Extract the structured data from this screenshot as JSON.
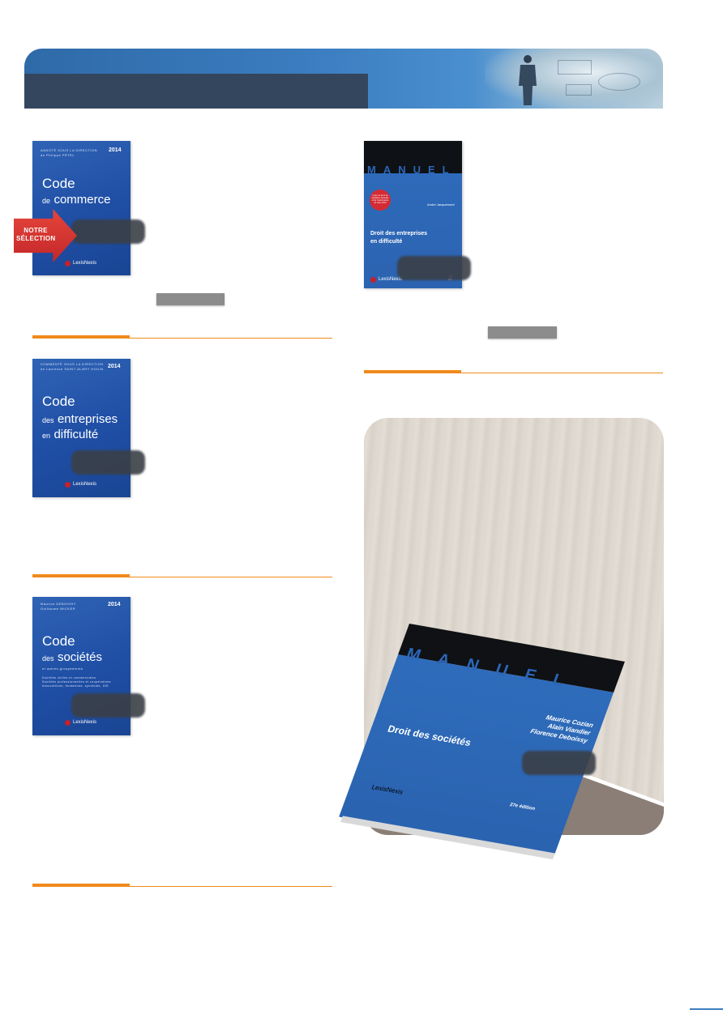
{
  "covers": {
    "commerce": {
      "authors_line1": "ANNOTÉ SOUS LA DIRECTION",
      "authors_line2": "de Philippe PÉTEL",
      "year": "2014",
      "title1": "Code",
      "title2_prefix": "de",
      "title2_main": "commerce",
      "publisher": "LexisNexis"
    },
    "entreprises": {
      "authors_line1": "COMMENTÉ SOUS LA DIRECTION",
      "authors_line2": "de Laurence SAINT-ALARY HOUIN",
      "year": "2014",
      "title1": "Code",
      "line2_prefix": "des",
      "line2_main": "entreprises",
      "line3_prefix": "en",
      "line3_main": "difficulté",
      "publisher": "LexisNexis"
    },
    "societes": {
      "authors_line1": "Maurice DEBOISSY",
      "authors_line2": "Guillaume WICKER",
      "year": "2014",
      "title1": "Code",
      "line2_prefix": "des",
      "line2_main": "sociétés",
      "subtitle": "et autres groupements",
      "bullet1": "Sociétés civiles et commerciales",
      "bullet2": "Sociétés professionnelles et coopératives",
      "bullet3": "Associations, fondations, syndicats, GIE",
      "publisher": "LexisNexis"
    },
    "manuel_difficulte": {
      "series": "MANUEL",
      "sticker": "À jour de la loi de régulation bancaire et de l'ordonnance de mars 2014",
      "author": "André Jacquemont",
      "title_line1": "Droit des entreprises",
      "title_line2": "en difficulté",
      "edition": "8",
      "publisher": "LexisNexis"
    },
    "manuel_societes": {
      "series": "MANUEL",
      "author1": "Maurice Cozian",
      "author2": "Alain Viandier",
      "author3": "Florence Deboissy",
      "title": "Droit des sociétés",
      "edition": "27e édition",
      "publisher": "LexisNexis"
    }
  },
  "badge": {
    "line1": "NOTRE",
    "line2": "SÉLECTION"
  },
  "colors": {
    "banner_blue": "#3b7dc0",
    "banner_dark": "#34465e",
    "accent_orange": "#f08a1c",
    "cover_blue": "#1f4ea5",
    "badge_red": "#d2302e"
  }
}
